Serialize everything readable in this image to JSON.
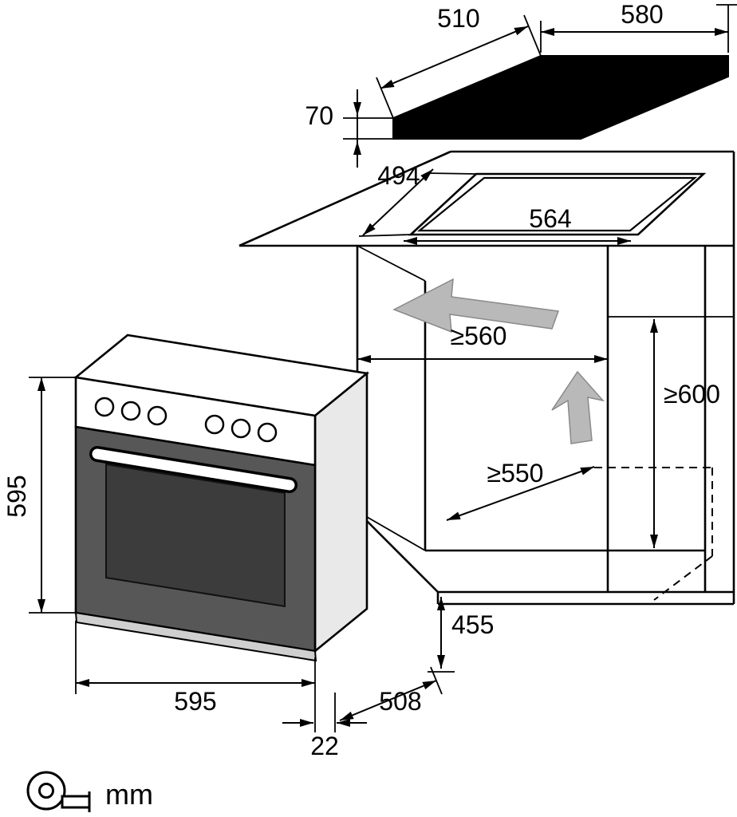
{
  "hob": {
    "width_mm": "580",
    "depth_mm": "510",
    "thickness_mm": "70"
  },
  "worktop": {
    "cutout_depth_mm": "494",
    "cutout_width_mm": "564"
  },
  "niche": {
    "min_width_mm": "≥560",
    "min_height_mm": "≥600",
    "min_depth_mm": "≥550"
  },
  "oven": {
    "height_mm": "595",
    "width_mm": "595",
    "front_frame_mm": "22",
    "body_depth_mm": "508",
    "side_height_mm": "455"
  },
  "legend": {
    "unit": "mm"
  }
}
